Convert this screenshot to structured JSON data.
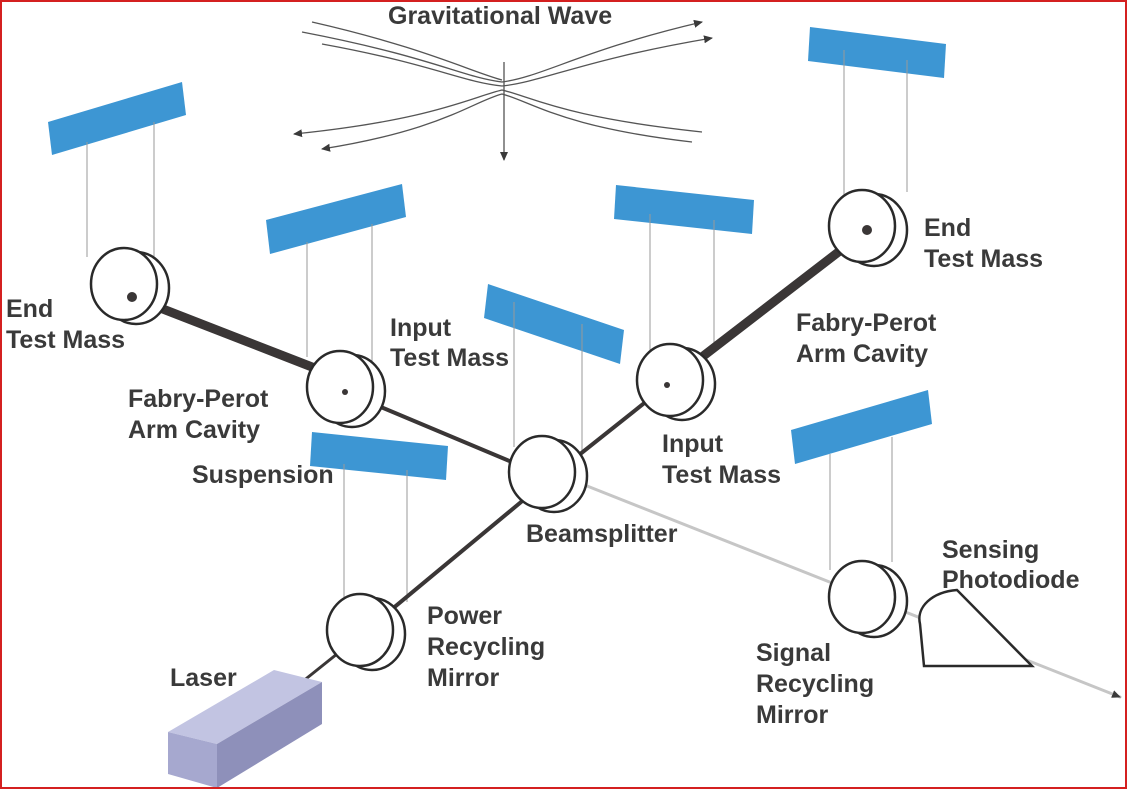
{
  "labels": {
    "gravitational_wave": "Gravitational Wave",
    "end_test_mass_left": [
      "End",
      "Test Mass"
    ],
    "end_test_mass_right": [
      "End",
      "Test Mass"
    ],
    "input_test_mass_left": [
      "Input",
      "Test Mass"
    ],
    "input_test_mass_right": [
      "Input",
      "Test Mass"
    ],
    "fabry_perot_left": [
      "Fabry-Perot",
      "Arm Cavity"
    ],
    "fabry_perot_right": [
      "Fabry-Perot",
      "Arm Cavity"
    ],
    "suspension": "Suspension",
    "beamsplitter": "Beamsplitter",
    "power_recycling_mirror": [
      "Power",
      "Recycling",
      "Mirror"
    ],
    "laser": "Laser",
    "signal_recycling_mirror": [
      "Signal",
      "Recycling",
      "Mirror"
    ],
    "sensing_photodiode": [
      "Sensing",
      "Photodiode"
    ]
  },
  "colors": {
    "suspension_plate": "#3d96d3",
    "beam": "#3a3636",
    "laser_body": "#a6a8cf",
    "border": "#d42020"
  }
}
